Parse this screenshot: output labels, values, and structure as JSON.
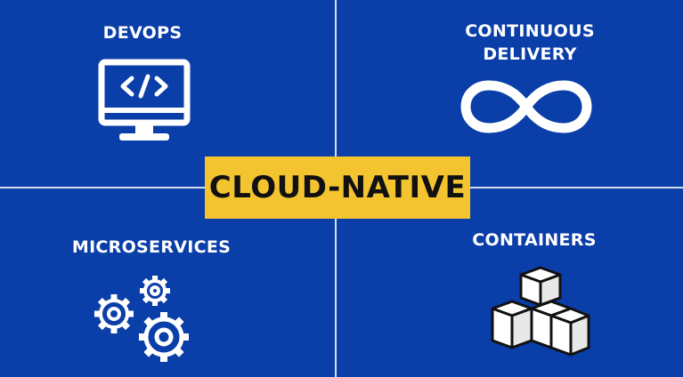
{
  "colors": {
    "background": "#0a3ea8",
    "accent": "#f4c430",
    "text": "#ffffff",
    "center_text": "#111111"
  },
  "center": {
    "label": "CLOUD-NATIVE"
  },
  "quadrants": {
    "top_left": {
      "label": "DEVOPS",
      "icon": "monitor-code-icon"
    },
    "top_right": {
      "label_line1": "CONTINUOUS",
      "label_line2": "DELIVERY",
      "icon": "infinity-icon"
    },
    "bottom_left": {
      "label": "MICROSERVICES",
      "icon": "gears-icon"
    },
    "bottom_right": {
      "label": "CONTAINERS",
      "icon": "cubes-icon"
    }
  }
}
